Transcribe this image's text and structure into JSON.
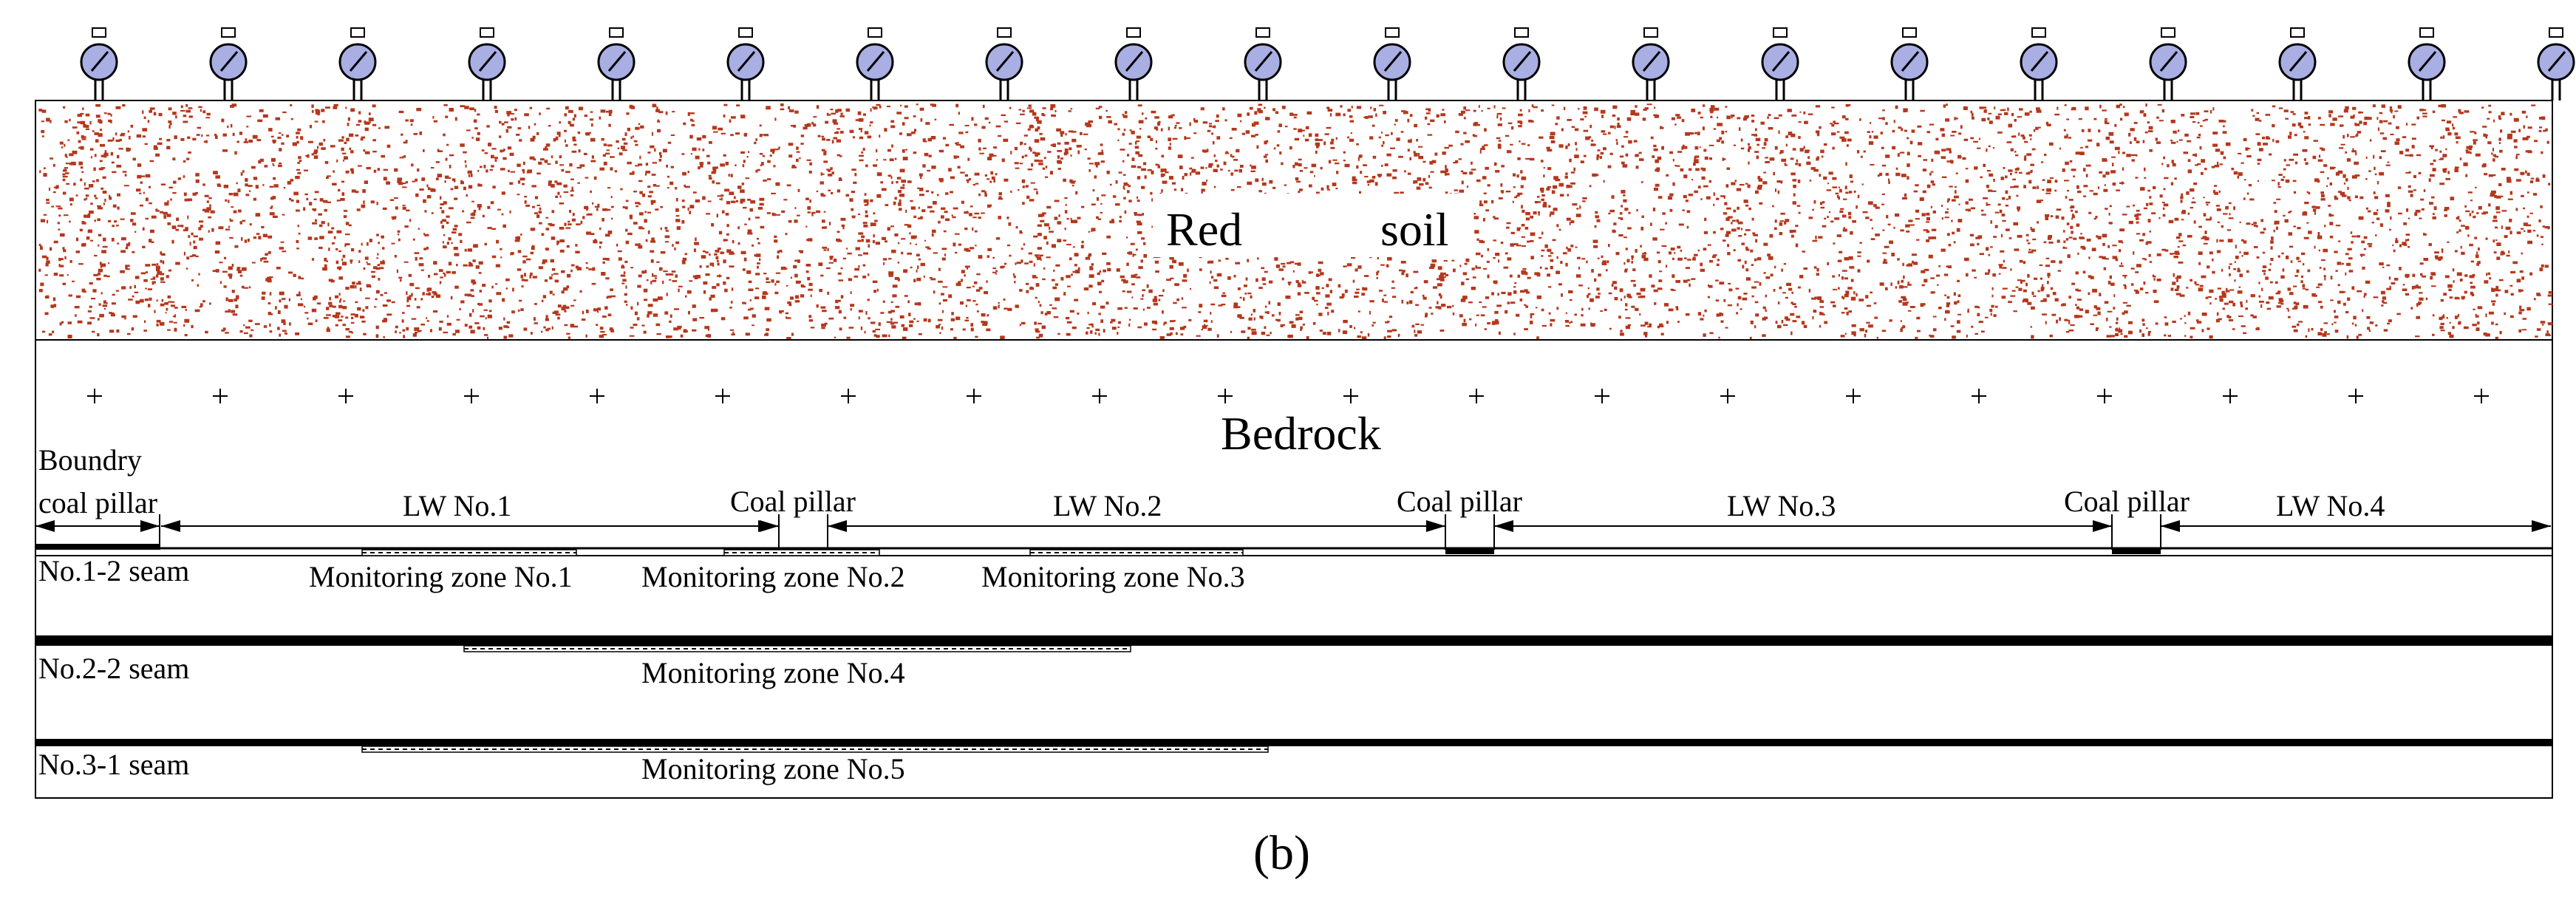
{
  "diagram": {
    "red_soil_word1": "Red",
    "red_soil_word2": "soil",
    "bedrock": "Bedrock",
    "boundary_line1": "Boundry",
    "boundary_line2": "coal pillar",
    "longwalls": [
      "LW No.1",
      "LW No.2",
      "LW No.3",
      "LW No.4"
    ],
    "coal_pillar_label": "Coal pillar",
    "seams": [
      "No.1-2 seam",
      "No.2-2 seam",
      "No.3-1 seam"
    ],
    "monitoring_zones": [
      "Monitoring zone No.1",
      "Monitoring zone No.2",
      "Monitoring zone No.3",
      "Monitoring zone No.4",
      "Monitoring zone No.5"
    ],
    "caption": "(b)"
  },
  "colors": {
    "soil_speckle": "#b5371c",
    "gauge_face": "#a9aee3",
    "outline": "#000000"
  },
  "icons": {
    "gauge": "dial-gauge-icon",
    "bedrock_marker": "plus-icon",
    "arrow": "arrowhead-icon"
  }
}
